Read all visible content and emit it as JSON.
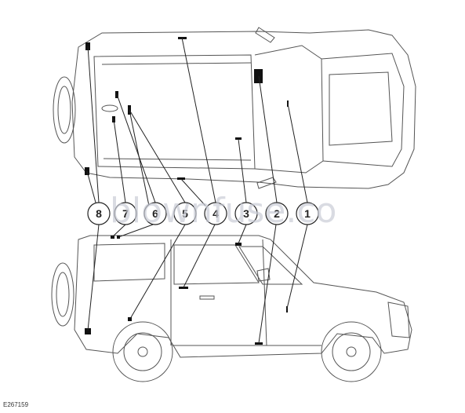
{
  "figure": {
    "code": "E267159",
    "watermark": "blownfuse.co"
  },
  "callouts": [
    {
      "number": "8"
    },
    {
      "number": "7"
    },
    {
      "number": "6"
    },
    {
      "number": "5"
    },
    {
      "number": "4"
    },
    {
      "number": "3"
    },
    {
      "number": "2"
    },
    {
      "number": "1"
    }
  ],
  "colors": {
    "line": "#222222",
    "outline": "#555555",
    "marker": "#111111",
    "watermark": "#c9ccd6"
  }
}
